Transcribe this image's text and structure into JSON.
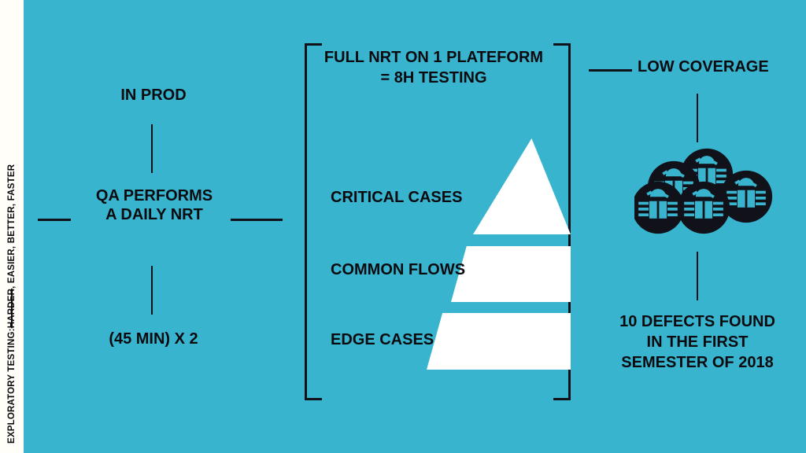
{
  "page": {
    "background_color": "#38B4CE",
    "ink_color": "#0B0B0F",
    "panel_color": "#FFFFFF"
  },
  "spine": {
    "prefix": "EXPLORATORY TESTING: ",
    "struck_word": "HARDER",
    "suffix": ", EASIER, BETTER, FASTER",
    "full_text": "EXPLORATORY TESTING: HARDER, EASIER, BETTER, FASTER"
  },
  "left_column": {
    "top_label": "IN PROD",
    "center_label": "QA PERFORMS\nA DAILY NRT",
    "bottom_label": "(45 MIN) X 2"
  },
  "center_panel": {
    "header": "FULL NRT ON 1 PLATEFORM\n= 8H TESTING",
    "pyramid": {
      "tiers": [
        {
          "label": "CRITICAL CASES"
        },
        {
          "label": "COMMON FLOWS"
        },
        {
          "label": "EDGE CASES"
        }
      ]
    }
  },
  "right_column": {
    "top_label": "LOW COVERAGE",
    "bug_cluster_icon": "bug-cluster-icon",
    "bug_count": 5,
    "bottom_label": "10 DEFECTS FOUND\nIN THE FIRST\nSEMESTER OF 2018"
  }
}
